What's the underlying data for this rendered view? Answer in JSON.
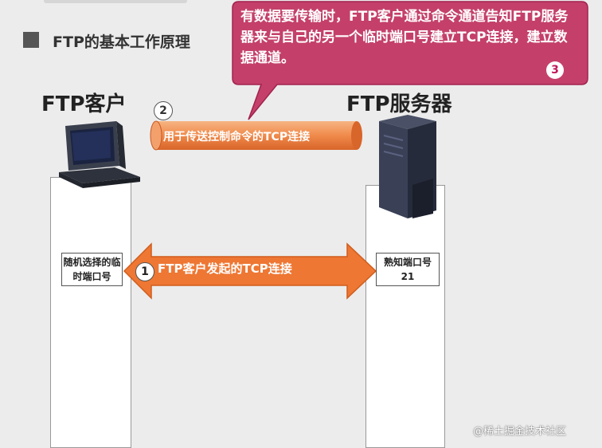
{
  "page": {
    "title": "FTP的基本工作原理"
  },
  "client": {
    "title": "FTP客户",
    "port_label": "随机选择的临时端口号"
  },
  "server": {
    "title": "FTP服务器",
    "port_label": "熟知端口号",
    "port_number": "21"
  },
  "steps": {
    "one": {
      "num": "1",
      "label": "FTP客户发起的TCP连接"
    },
    "two": {
      "num": "2",
      "label": "用于传送控制命令的TCP连接"
    },
    "three": {
      "num": "3",
      "text": "有数据要传输时，FTP客户通过命令通道告知FTP服务器来与自己的另一个临时端口号建立TCP连接，建立数据通道。"
    }
  },
  "watermark": "@稀土掘金技术社区",
  "colors": {
    "callout": "#c4406a",
    "arrow": "#ee7733",
    "pipe": "#f08a4b",
    "background": "#ececec"
  },
  "icons": [
    "computer-icon",
    "server-icon"
  ]
}
